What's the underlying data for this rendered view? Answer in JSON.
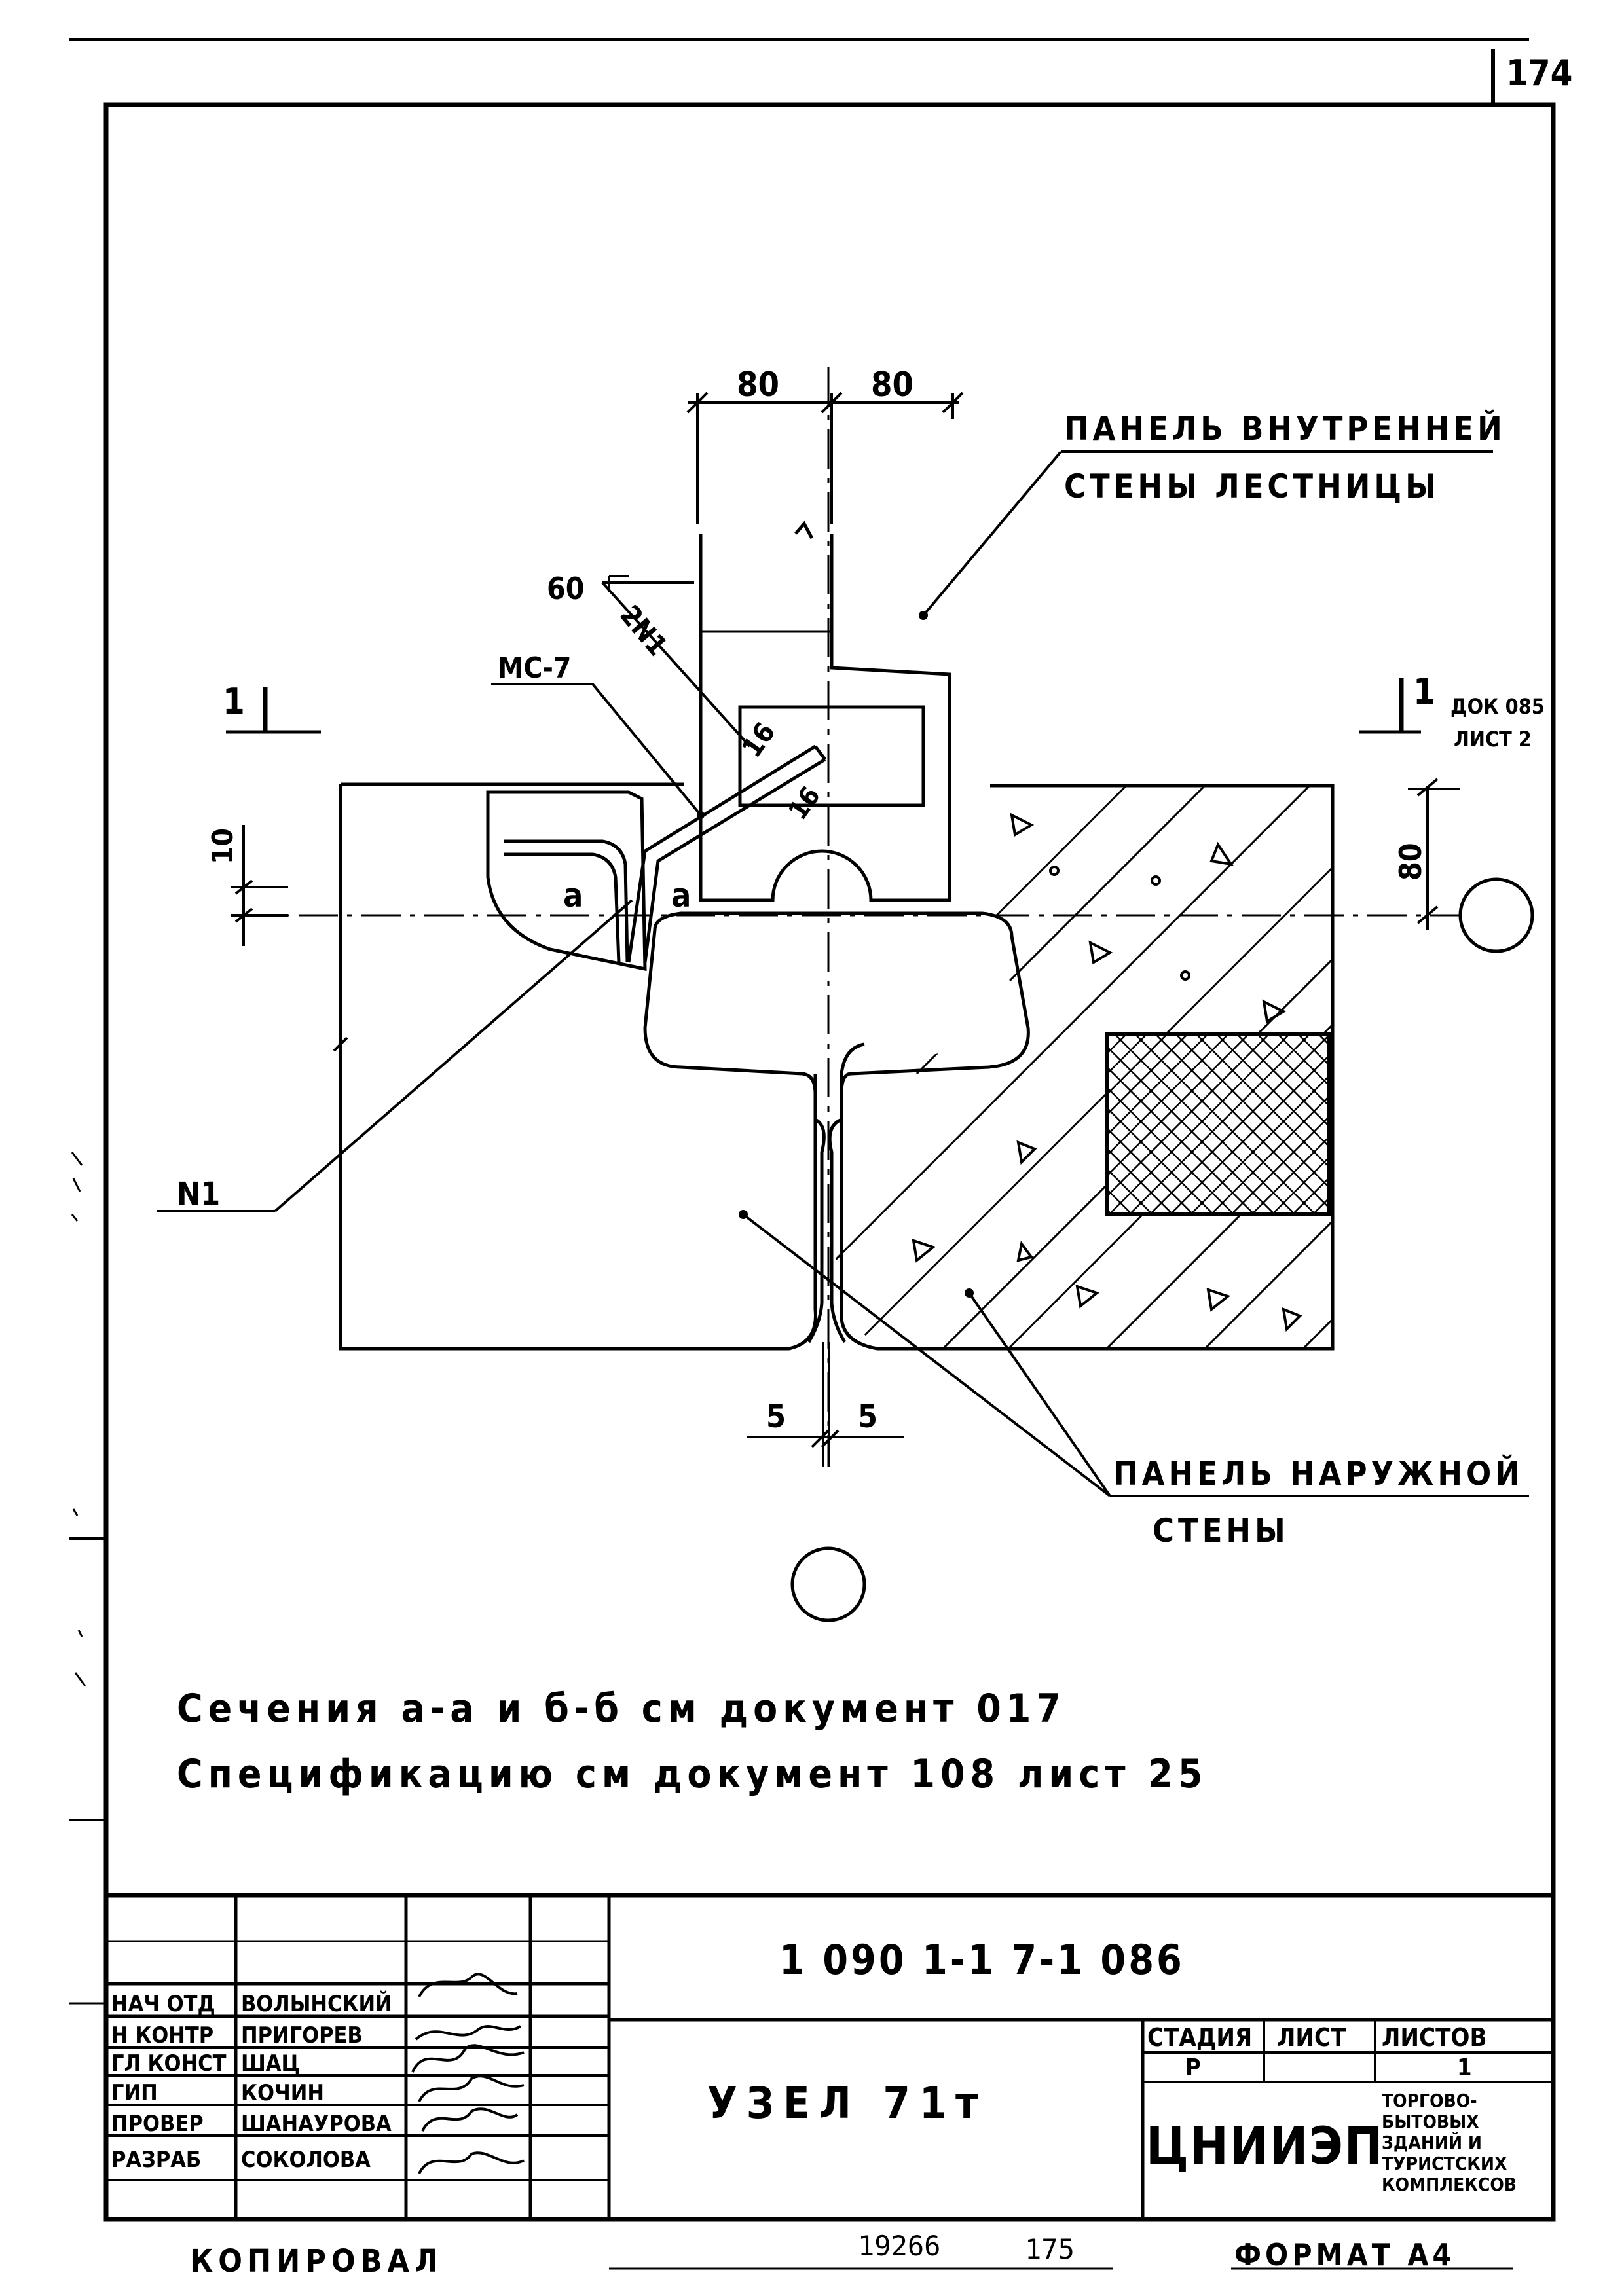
{
  "sheet": {
    "page_number": "174",
    "doc_code": "1 090 1-1 7-1 086",
    "title": "УЗЕЛ 71т",
    "copied_label": "КОПИРОВАЛ",
    "format_label": "ФОРМАТ А4",
    "archive_number": "19266",
    "archive_sheet": "175"
  },
  "drawing": {
    "dim_80_left": "80",
    "dim_80_right": "80",
    "dim_60": "60",
    "label_2n1": "2N1",
    "label_mc7": "МС-7",
    "weld_16_a": "16",
    "weld_16_b": "16",
    "dim_10": "10",
    "section_a_left": "а",
    "section_a_right": "а",
    "section_mark_left": "1",
    "section_mark_right": "1",
    "section_ref_doc": "ДОК 085",
    "section_ref_sheet": "ЛИСТ 2",
    "dim_80_vertical": "80",
    "label_n1": "N1",
    "dim_5_left": "5",
    "dim_5_right": "5",
    "leader_inner_wall_line1": "ПАНЕЛЬ ВНУТРЕННЕЙ",
    "leader_inner_wall_line2": "СТЕНЫ ЛЕСТНИЦЫ",
    "leader_outer_wall_line1": "ПАНЕЛЬ НАРУЖНОЙ",
    "leader_outer_wall_line2": "СТЕНЫ"
  },
  "notes": {
    "line1": "Сечения а-а и б-б см документ 017",
    "line2": "Спецификацию см документ 108 лист 25"
  },
  "title_block": {
    "staff": [
      {
        "role": "НАЧ ОТД",
        "name": "ВОЛЫНСКИЙ"
      },
      {
        "role": "Н КОНТР",
        "name": "ПРИГОРЕВ"
      },
      {
        "role": "ГЛ КОНСТ",
        "name": "ШАЦ"
      },
      {
        "role": "ГИП",
        "name": "КОЧИН"
      },
      {
        "role": "ПРОВЕР",
        "name": "ШАНАУРОВА"
      },
      {
        "role": "РАЗРАБ",
        "name": "СОКОЛОВА"
      }
    ],
    "stage_header": "СТАДИЯ",
    "sheet_header": "ЛИСТ",
    "sheets_header": "ЛИСТОВ",
    "stage_value": "Р",
    "sheets_value": "1",
    "org_name": "ЦНИИЭП",
    "org_desc_lines": [
      "ТОРГОВО-",
      "БЫТОВЫХ",
      "ЗДАНИЙ И",
      "ТУРИСТСКИХ",
      "КОМПЛЕКСОВ"
    ]
  }
}
